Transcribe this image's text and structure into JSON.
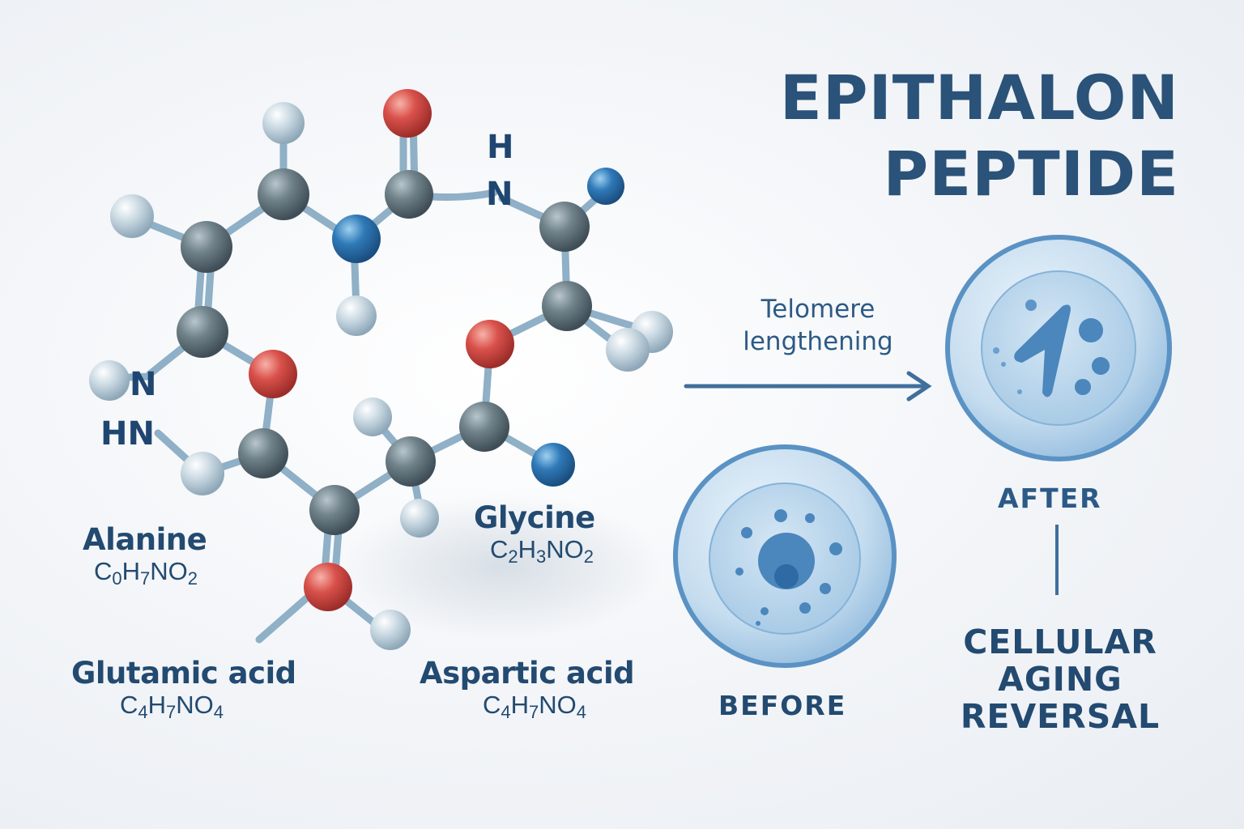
{
  "title": {
    "line1": "EPITHALON",
    "line2": "PEPTIDE"
  },
  "molecule": {
    "atom_labels": {
      "top_h": "H",
      "top_n": "N",
      "left_n": "N",
      "left_hn": "HN"
    },
    "colors": {
      "carbon": "#6f8088",
      "oxygen": "#d9534f",
      "nitrogen": "#2f78b5",
      "hydrogen": "#c7d6e0",
      "bond": "#8fb0c6"
    }
  },
  "amino_acids": [
    {
      "name": "Alanine",
      "formula": {
        "C": "C",
        "c_sub": "0",
        "H": "H",
        "h_sub": "7",
        "N": "N",
        "O": "O",
        "o_sub": "2"
      }
    },
    {
      "name": "Glycine",
      "formula": {
        "C": "C",
        "c_sub": "2",
        "H": "H",
        "h_sub": "3",
        "N": "N",
        "O": "O",
        "o_sub": "2"
      }
    },
    {
      "name": "Glutamic acid",
      "formula": {
        "C": "C",
        "c_sub": "4",
        "H": "H",
        "h_sub": "7",
        "N": "N",
        "O": "O",
        "o_sub": "4"
      }
    },
    {
      "name": "Aspartic acid",
      "formula": {
        "C": "C",
        "c_sub": "4",
        "H": "H",
        "h_sub": "7",
        "N": "N",
        "O": "O",
        "o_sub": "4"
      }
    }
  ],
  "arrow": {
    "label_line1": "Telomere",
    "label_line2": "lengthening",
    "color": "#3f6f9c"
  },
  "cells": {
    "before": {
      "label": "BEFORE"
    },
    "after": {
      "label": "AFTER"
    }
  },
  "outcome": {
    "line1": "CELLULAR",
    "line2": "AGING",
    "line3": "REVERSAL"
  },
  "colors": {
    "text_primary": "#234a70",
    "accent_blue": "#2c5a86",
    "cell_fill": "#bcd6ea",
    "cell_outline": "#5a92c4"
  }
}
